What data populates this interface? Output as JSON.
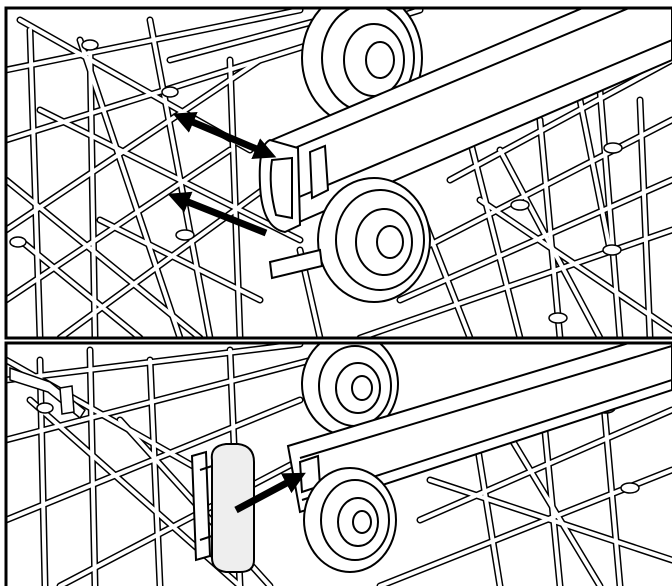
{
  "figure": {
    "panels": [
      {
        "id": "top",
        "step": "remove-end-cap",
        "arrow_count": 2
      },
      {
        "id": "bottom",
        "step": "insert-end-cap",
        "arrow_count": 1
      }
    ],
    "colors": {
      "background": "#ffffff",
      "line": "#000000",
      "part_fill": "#eeeeee",
      "arrow": "#000000"
    }
  }
}
